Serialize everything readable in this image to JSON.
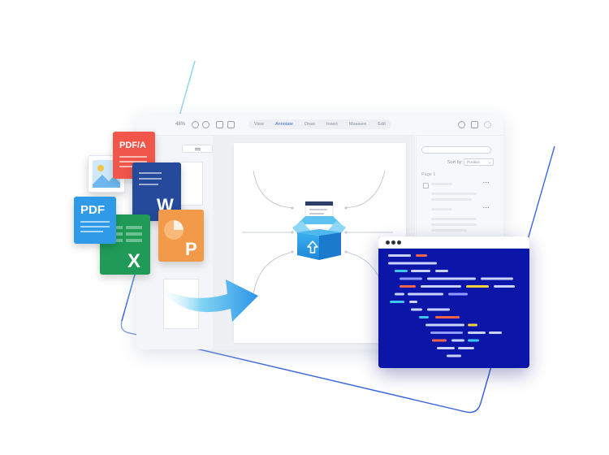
{
  "toolbar": {
    "zoom": "48%",
    "tabs": [
      "View",
      "Annotate",
      "Draw",
      "Insert",
      "Measure",
      "Edit"
    ],
    "active_tab": "Annotate"
  },
  "right_panel": {
    "sort_label": "Sort by:",
    "sort_value": "Position",
    "page_label": "Page 1"
  },
  "files": {
    "pdfa": "PDF/A",
    "pdf": "PDF",
    "word": "W",
    "excel": "X",
    "powerpoint": "P"
  },
  "colors": {
    "accent": "#3a6fd8",
    "code_bg": "#0b15a8",
    "pdfa": "#f0564a",
    "pdf": "#2f9be8",
    "word": "#254a9c",
    "excel": "#1f9b57",
    "powerpoint": "#f39a4a",
    "box": "#2e9be6"
  },
  "icons": [
    "zoom-out-icon",
    "zoom-in-icon",
    "pan-icon",
    "select-icon",
    "search-icon",
    "comment-icon",
    "settings-icon",
    "upload-arrow-icon",
    "image-icon",
    "chevron-down-icon"
  ]
}
